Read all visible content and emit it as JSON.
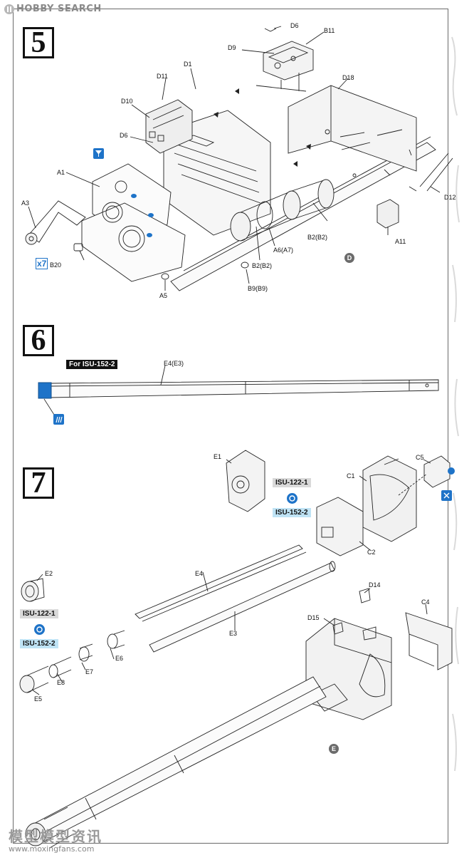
{
  "header": {
    "watermark_top": "HOBBY SEARCH"
  },
  "footer": {
    "watermark_cn": "模型模型资讯",
    "watermark_url": "www.moxingfans.com"
  },
  "steps": {
    "s5": "5",
    "s6": "6",
    "s7": "7"
  },
  "step5": {
    "labels": {
      "D6_top": "D6",
      "B11": "B11",
      "D9": "D9",
      "D1": "D1",
      "D18": "D18",
      "D11": "D11",
      "D10": "D10",
      "D6": "D6",
      "A1": "A1",
      "A3": "A3",
      "B20": "B20",
      "A5": "A5",
      "B9B9": "B9(B9)",
      "B2B2_a": "B2(B2)",
      "A6A7": "A6(A7)",
      "B2B2_b": "B2(B2)",
      "A11": "A11",
      "D12": "D12"
    },
    "x7": "x7",
    "circle_tag": "D"
  },
  "step6": {
    "for_tag": "For ISU-152-2",
    "label_E4E3": "E4(E3)"
  },
  "step7": {
    "labels": {
      "E1": "E1",
      "C5": "C5",
      "C1": "C1",
      "C2": "C2",
      "E4": "E4",
      "E3": "E3",
      "E2": "E2",
      "E6": "E6",
      "E7": "E7",
      "E8": "E8",
      "E5": "E5",
      "D14": "D14",
      "D15": "D15",
      "C4": "C4"
    },
    "isu122_a": "ISU-122-1",
    "isu152_a": "ISU-152-2",
    "isu122_b": "ISU-122-1",
    "isu152_b": "ISU-152-2",
    "circle_tag": "E"
  },
  "colors": {
    "accent_blue": "#1e73c8",
    "tag_blue_bg": "#bfe3f5",
    "tag_grey_bg": "#d9d9d9"
  }
}
